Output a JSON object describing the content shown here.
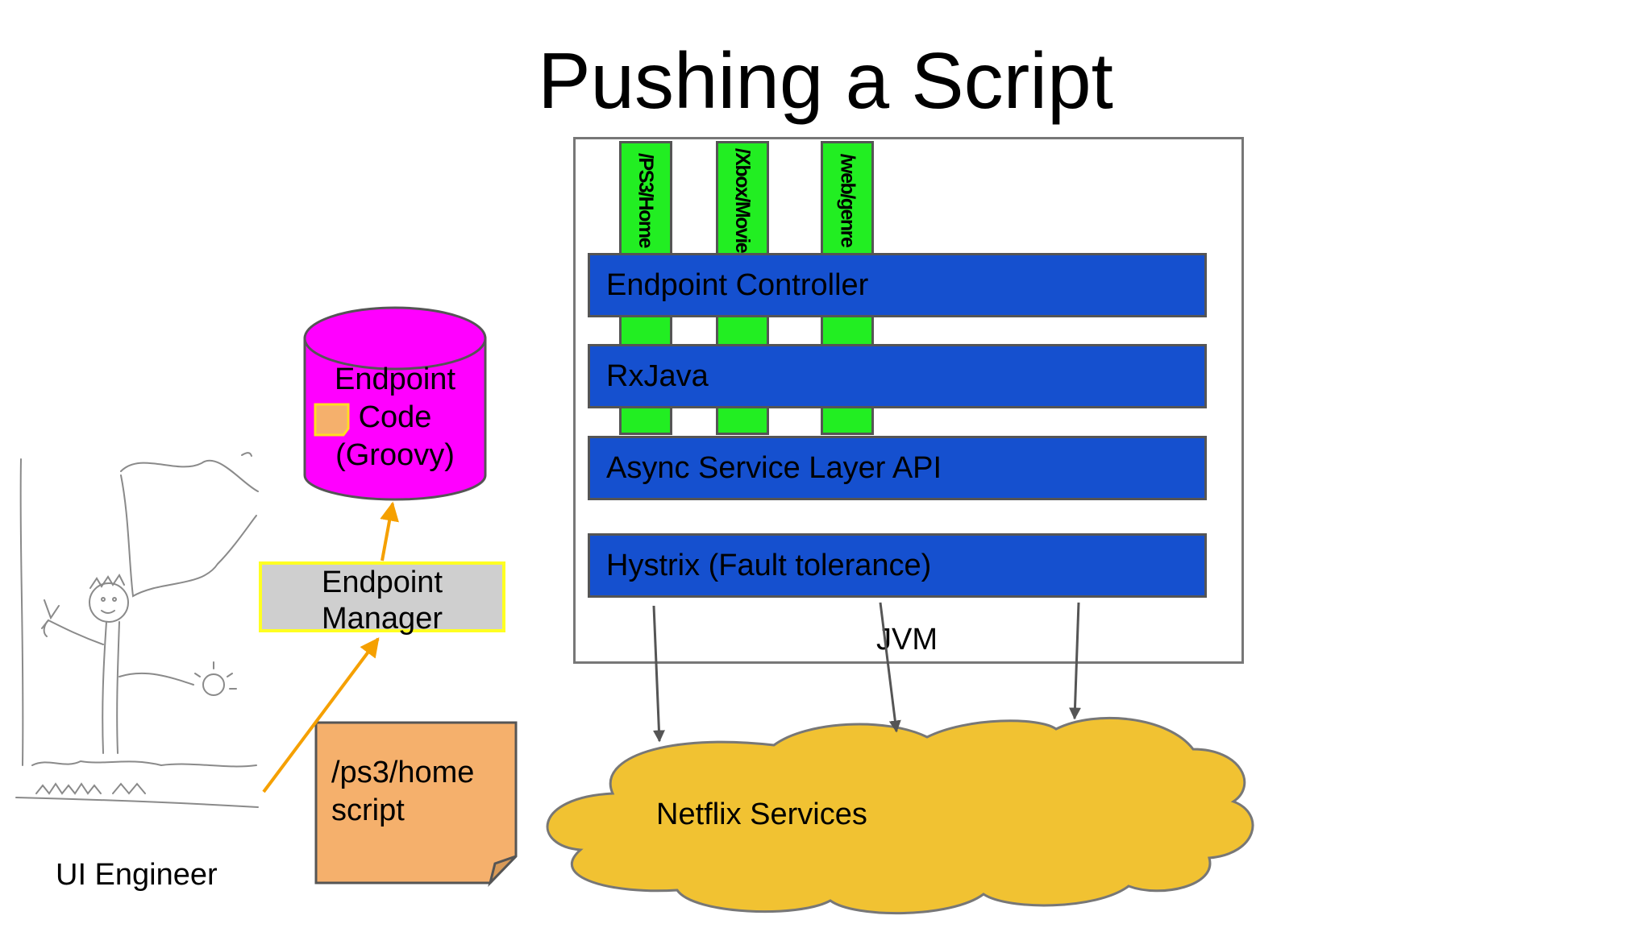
{
  "slide": {
    "title": "Pushing a Script"
  },
  "jvm": {
    "label": "JVM",
    "routes": [
      "/PS3/Home",
      "/Xbox/Movie",
      "/web/genre"
    ],
    "layers": [
      "Endpoint Controller",
      "RxJava",
      "Async Service Layer API",
      "Hystrix (Fault tolerance)"
    ]
  },
  "database": {
    "lines": [
      "Endpoint",
      "Code",
      "(Groovy)"
    ]
  },
  "endpoint_manager": {
    "lines": [
      "Endpoint",
      "Manager"
    ]
  },
  "script_note": {
    "lines": [
      "/ps3/home",
      "script"
    ]
  },
  "cloud": {
    "label": "Netflix Services"
  },
  "engineer": {
    "label": "UI Engineer"
  },
  "colors": {
    "layer_blue": "#1550cf",
    "route_green": "#22ee22",
    "db_magenta": "#ff00ff",
    "note_orange": "#f5b06c",
    "cloud_yellow": "#f1c232",
    "arrow_orange": "#f5a000",
    "highlight_yellow": "#ffff22"
  }
}
